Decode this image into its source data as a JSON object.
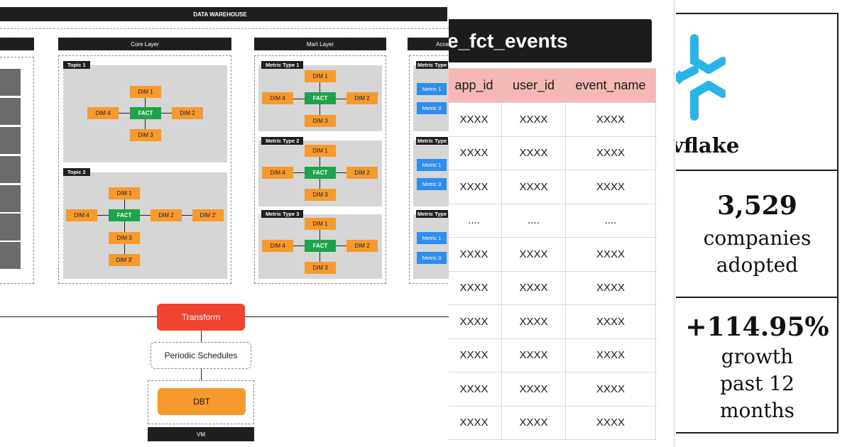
{
  "diagram": {
    "warehouse_title": "DATA WAREHOUSE",
    "core_layer_title": "Core Layer",
    "mart_layer_title": "Mart Layer",
    "access_layer_title": "Acce",
    "topic1": {
      "label": "Topic 1",
      "dim_top": "DIM 1",
      "dim_left": "DIM 4",
      "fact": "FACT",
      "dim_right": "DIM 2",
      "dim_bottom": "DIM 3"
    },
    "topic2": {
      "label": "Topic 2",
      "dim_top": "DIM 1",
      "dim_left": "DIM 4",
      "fact": "FACT",
      "dim_right": "DIM 2",
      "dim_right2": "DIM 2'",
      "dim_bottom": "DIM 3",
      "dim_bottom2": "DIM 3'"
    },
    "metric_types": [
      {
        "label": "Metric Type 1",
        "dim_top": "DIM 1",
        "dim_left": "DIM 4",
        "fact": "FACT",
        "dim_right": "DIM 2",
        "dim_bottom": "DIM 3"
      },
      {
        "label": "Metric Type 2",
        "dim_top": "DIM 1",
        "dim_left": "DIM 4",
        "fact": "FACT",
        "dim_right": "DIM 2",
        "dim_bottom": "DIM 3"
      },
      {
        "label": "Metric Type 3",
        "dim_top": "DIM 1",
        "dim_left": "DIM 4",
        "fact": "FACT",
        "dim_right": "DIM 2",
        "dim_bottom": "DIM 3"
      }
    ],
    "access_groups": [
      {
        "label": "Metric Type",
        "m1": "Metric 1",
        "m3": "Metric 3"
      },
      {
        "label": "Metric Type",
        "m1": "Metric 1",
        "m3": "Metric 3"
      },
      {
        "label": "Metric Type",
        "m1": "Metric 1",
        "m3": "Metric 3"
      }
    ],
    "transform_label": "Transform",
    "schedules_label": "Periodic Schedules",
    "dbt_label": "DBT",
    "vm_label": "VM"
  },
  "table": {
    "title": "e_fct_events",
    "headers": [
      "app_id",
      "user_id",
      "event_name"
    ],
    "rows": [
      [
        "XXXX",
        "XXXX",
        "XXXX"
      ],
      [
        "XXXX",
        "XXXX",
        "XXXX"
      ],
      [
        "XXXX",
        "XXXX",
        "XXXX"
      ],
      [
        "....",
        "....",
        "...."
      ],
      [
        "XXXX",
        "XXXX",
        "XXXX"
      ],
      [
        "XXXX",
        "XXXX",
        "XXXX"
      ],
      [
        "XXXX",
        "XXXX",
        "XXXX"
      ],
      [
        "XXXX",
        "XXXX",
        "XXXX"
      ],
      [
        "XXXX",
        "XXXX",
        "XXXX"
      ],
      [
        "XXXX",
        "XXXX",
        "XXXX"
      ]
    ]
  },
  "stats": {
    "brand_partial": "vflake",
    "brand_color": "#29b5e8",
    "icon": "snowflake-logo-icon",
    "adopted_count": "3,529",
    "adopted_line1": "companies",
    "adopted_line2": "adopted",
    "growth_value": "+114.95%",
    "growth_line1": "growth",
    "growth_line2": "past 12",
    "growth_line3": "months"
  }
}
